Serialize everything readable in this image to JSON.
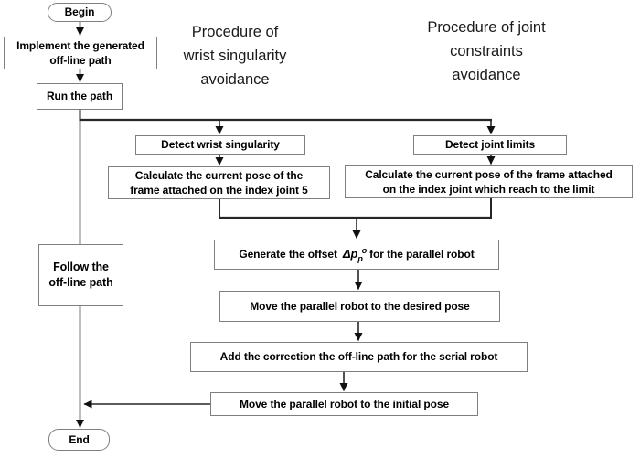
{
  "diagram": {
    "headers": {
      "left": "Procedure of\nwrist singularity\navoidance",
      "right": "Procedure of joint\nconstraints\navoidance"
    },
    "nodes": {
      "begin": "Begin",
      "implement": "Implement the generated\noff-line path",
      "run": "Run the path",
      "detect_wrist": "Detect wrist singularity",
      "calc_wrist": "Calculate the current pose of the\nframe attached on the index joint 5",
      "detect_joint": "Detect joint limits",
      "calc_joint": "Calculate the current pose of the frame attached\non the index joint which reach to the limit",
      "generate_prefix": "Generate the offset",
      "generate_symbol": "Δp",
      "generate_sub": "p",
      "generate_sup": "o",
      "generate_suffix": "for the parallel robot",
      "move_desired": "Move the parallel robot to the desired pose",
      "add_correction": "Add the correction the off-line path for the serial robot",
      "move_initial": "Move the parallel robot to the initial pose",
      "follow": "Follow the\noff-line path",
      "end": "End"
    },
    "colors": {
      "line": "#262626",
      "box_border": "#7f7f7f",
      "text": "#000000",
      "background": "#ffffff"
    }
  }
}
